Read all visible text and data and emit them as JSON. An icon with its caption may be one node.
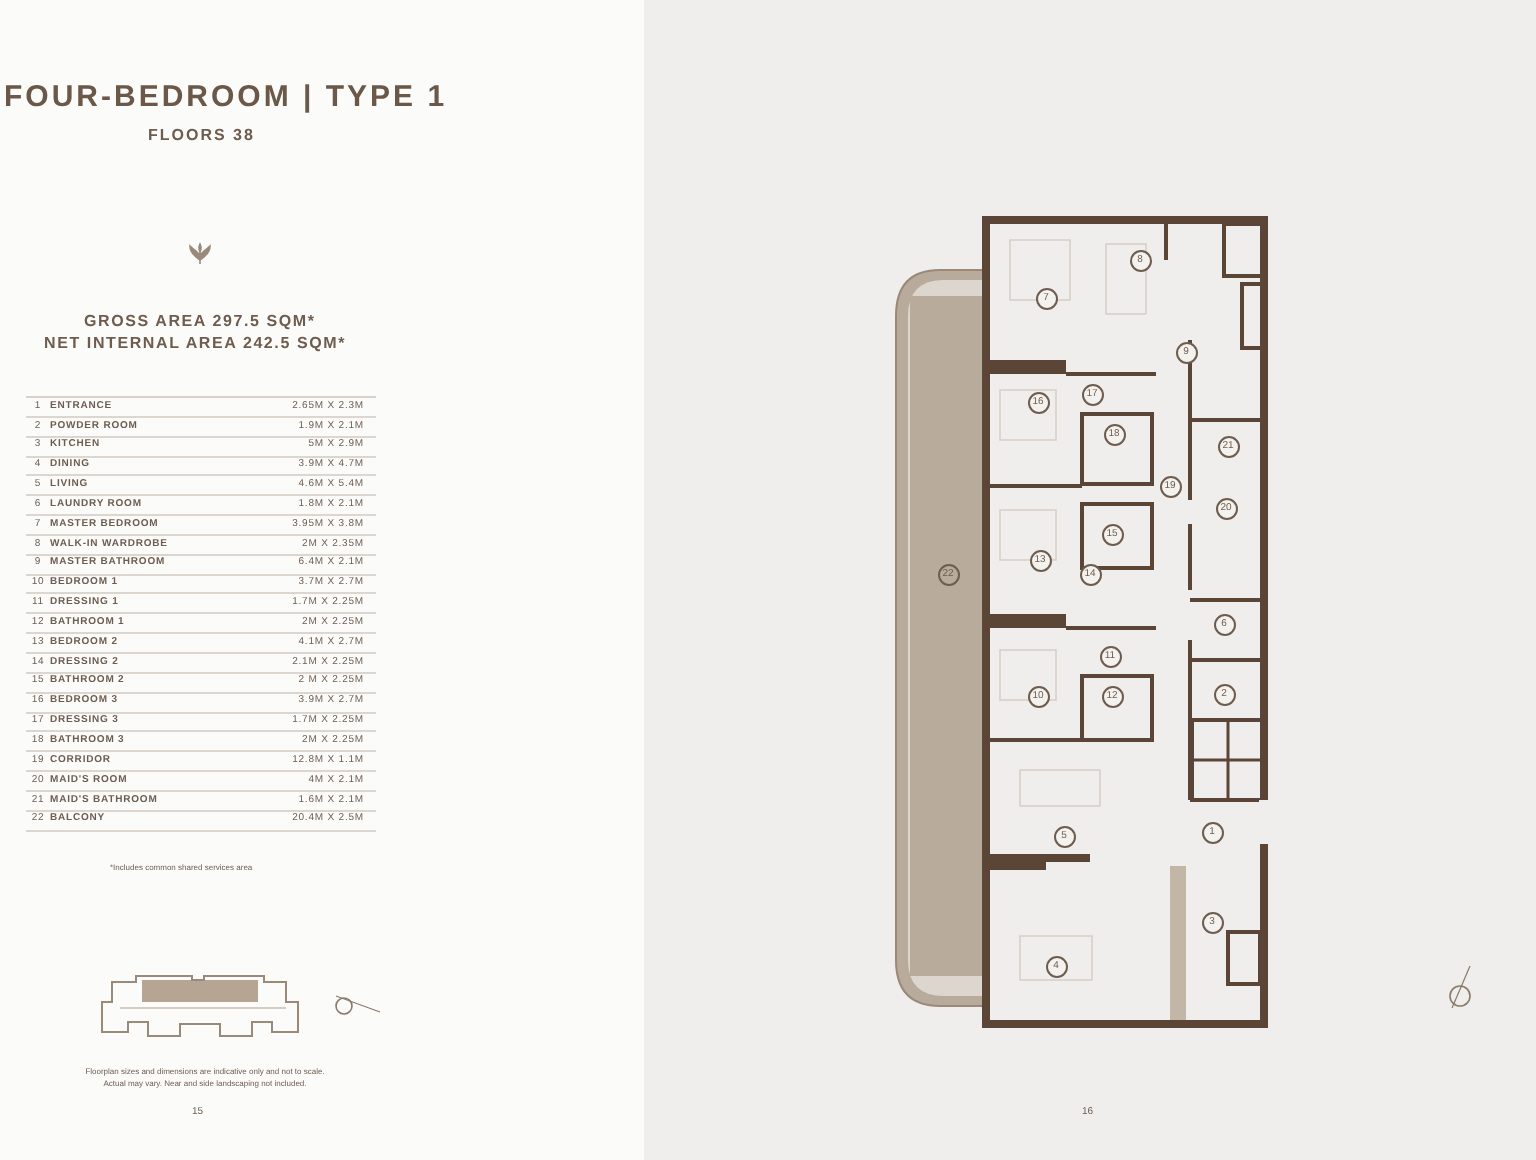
{
  "diagram": {
    "title": "FOUR-BEDROOM | TYPE 1",
    "nodes": [
      {
        "text": [
          "1"
        ]
      },
      {
        "text": [
          "2"
        ]
      },
      {
        "text": [
          "3"
        ]
      },
      {
        "text": [
          "4"
        ]
      },
      {
        "text": [
          "5"
        ]
      },
      {
        "text": [
          "6"
        ]
      },
      {
        "text": [
          "7"
        ]
      },
      {
        "text": [
          "8"
        ]
      },
      {
        "text": [
          "9"
        ]
      },
      {
        "text": [
          "10"
        ]
      },
      {
        "text": [
          "11"
        ]
      },
      {
        "text": [
          "12"
        ]
      },
      {
        "text": [
          "13"
        ]
      },
      {
        "text": [
          "14"
        ]
      },
      {
        "text": [
          "15"
        ]
      },
      {
        "text": [
          "16"
        ]
      },
      {
        "text": [
          "17"
        ]
      },
      {
        "text": [
          "18"
        ]
      },
      {
        "text": [
          "19"
        ]
      },
      {
        "text": [
          "20"
        ]
      },
      {
        "text": [
          "21"
        ]
      },
      {
        "text": [
          "22"
        ]
      }
    ],
    "edges": [],
    "labels": [
      "FLOORS 38",
      "GROSS AREA 297.5 SQM*",
      "NET INTERNAL AREA 242.5 SQM*",
      "1",
      "ENTRANCE",
      "2.65M X 2.3M",
      "2",
      "POWDER ROOM",
      "1.9M X 2.1M",
      "3",
      "KITCHEN",
      "5M X 2.9M",
      "4",
      "DINING",
      "3.9M X 4.7M",
      "5",
      "LIVING",
      "4.6M X 5.4M",
      "6",
      "LAUNDRY ROOM",
      "1.8M X 2.1M",
      "7",
      "MASTER BEDROOM",
      "3.95M X 3.8M",
      "8",
      "WALK-IN WARDROBE",
      "2M X 2.35M",
      "9",
      "MASTER BATHROOM",
      "6.4M X 2.1M",
      "10",
      "BEDROOM 1",
      "3.7M X 2.7M",
      "11",
      "DRESSING 1",
      "1.7M X 2.25M",
      "12",
      "BATHROOM 1",
      "2M X 2.25M",
      "13",
      "BEDROOM 2",
      "4.1M X 2.7M",
      "14",
      "DRESSING 2",
      "2.1M X 2.25M",
      "15",
      "BATHROOM 2",
      "2 M X 2.25M",
      "16",
      "BEDROOM 3",
      "3.9M X 2.7M",
      "17",
      "DRESSING 3",
      "1.7M X 2.25M",
      "18",
      "BATHROOM 3",
      "2M X 2.25M",
      "19",
      "CORRIDOR",
      "12.8M X 1.1M",
      "20",
      "MAID'S ROOM",
      "4M X 2.1M",
      "21",
      "MAID'S BATHROOM",
      "1.6M X 2.1M",
      "22",
      "BALCONY",
      "20.4M X 2.5M",
      "*Includes common shared services area",
      "Floorplan sizes and dimensions are indicative only and not to scale. Actual may vary. Near and side landscaping not included.",
      "15",
      "16"
    ]
  }
}
